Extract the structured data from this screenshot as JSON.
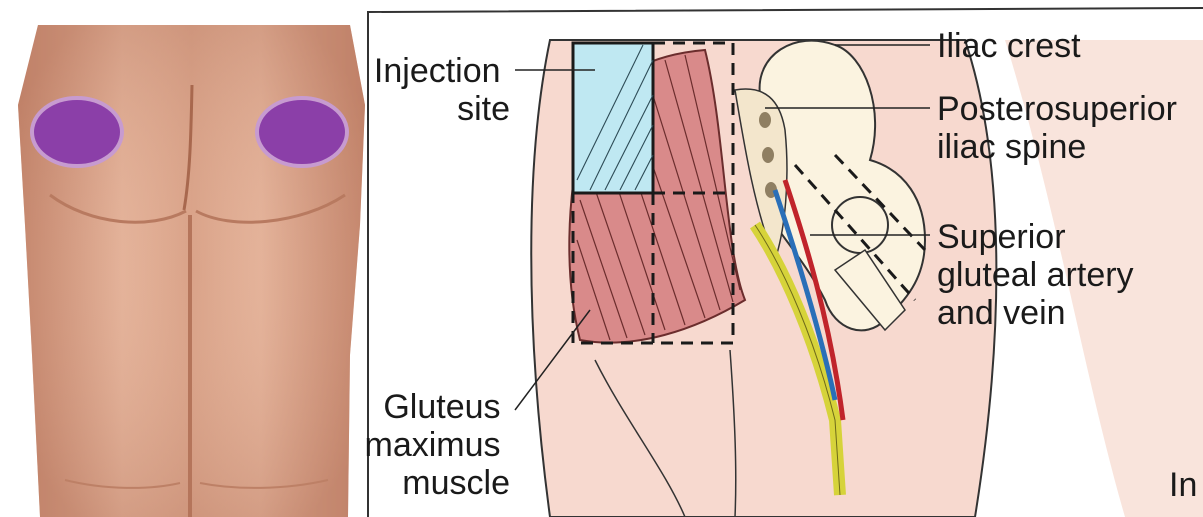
{
  "labels": {
    "injection_site_1": "Injection",
    "injection_site_2": "site",
    "iliac_crest": "Iliac crest",
    "posterosuperior_1": "Posterosuperior",
    "posterosuperior_2": "iliac spine",
    "superior_gluteal_1": "Superior",
    "superior_gluteal_2": "gluteal artery",
    "superior_gluteal_3": "and vein",
    "gluteus_1": "Gluteus",
    "gluteus_2": "maximus",
    "gluteus_3": "muscle",
    "cut_off": "In"
  },
  "colors": {
    "injection_marker": "#8b3fa8",
    "injection_zone": "#bfe8f2",
    "muscle": "#d98a8a",
    "artery": "#c0242b",
    "vein": "#2a6fb8",
    "nerve": "#d6d33a",
    "skin_photo": "#dba48a",
    "skin_diagram": "#f7d9cf",
    "bone": "#fbf3e0"
  }
}
